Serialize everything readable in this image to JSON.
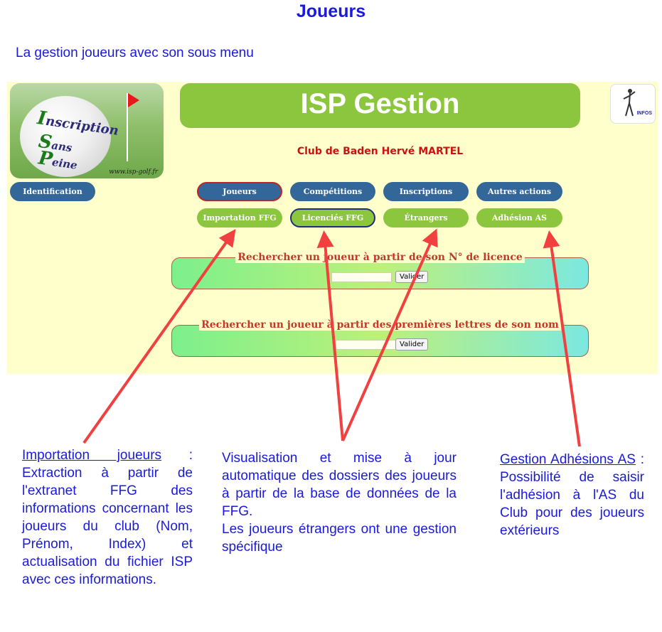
{
  "doc": {
    "title": "Joueurs",
    "intro": "La gestion joueurs avec son sous menu"
  },
  "app": {
    "banner": "ISP Gestion",
    "club": "Club de Baden Hervé MARTEL",
    "logo": {
      "word1_initial": "I",
      "word1_rest": "nscription",
      "word2_initial": "S",
      "word2_rest": "ans",
      "word3_initial": "P",
      "word3_rest": "eine",
      "url": "www.isp-golf.fr"
    },
    "infos_label": "INFOS",
    "identification": "Identification",
    "menu": [
      {
        "label": "Joueurs",
        "state": "selected"
      },
      {
        "label": "Compétitions",
        "state": "normal"
      },
      {
        "label": "Inscriptions",
        "state": "normal"
      },
      {
        "label": "Autres actions",
        "state": "normal"
      }
    ],
    "submenu": [
      {
        "label": "Importation FFG",
        "state": "normal"
      },
      {
        "label": "Licenciés FFG",
        "state": "selected"
      },
      {
        "label": "Étrangers",
        "state": "normal"
      },
      {
        "label": "Adhésion AS",
        "state": "normal"
      }
    ],
    "search_licence": {
      "legend": "Rechercher un joueur à partir de son N° de licence",
      "value": "",
      "button": "Valider"
    },
    "search_name": {
      "legend": "Rechercher un joueur à partir des premières lettres de son nom",
      "value": "",
      "button": "Valider"
    }
  },
  "colors": {
    "doc_text": "#1a1adb",
    "menu_blue": "#336699",
    "menu_green": "#8cc63f",
    "arrow": "#f04040",
    "panel_bg": "#ffffcc",
    "club_text": "#cc1111"
  },
  "notes": {
    "importation_title": "Importation joueurs",
    "importation_body": " : Extraction à partir de l'extranet FFG des informations concernant les joueurs du club (Nom, Prénom, Index) et actualisation du fichier ISP avec ces informations.",
    "visualisation_p1": "Visualisation et mise à jour automatique des dossiers des joueurs à partir de la base de données de la FFG.",
    "visualisation_p2": "Les joueurs étrangers ont une gestion spécifique",
    "adhesions_title": "Gestion Adhésions AS",
    "adhesions_body": " : Possibilité de saisir l'adhésion à l'AS du Club pour des joueurs extérieurs"
  }
}
